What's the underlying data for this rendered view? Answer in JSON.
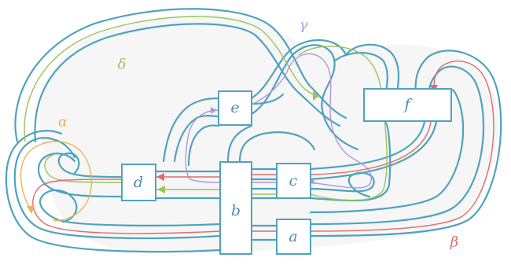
{
  "diagram": {
    "boxes": [
      {
        "id": "a",
        "label": "a"
      },
      {
        "id": "b",
        "label": "b"
      },
      {
        "id": "c",
        "label": "c"
      },
      {
        "id": "d",
        "label": "d"
      },
      {
        "id": "e",
        "label": "e"
      },
      {
        "id": "f",
        "label": "f"
      }
    ],
    "curves": [
      {
        "id": "alpha",
        "label": "α",
        "color": "#f0b452"
      },
      {
        "id": "beta",
        "label": "β",
        "color": "#e06a6a"
      },
      {
        "id": "gamma",
        "label": "γ",
        "color": "#b594e0"
      },
      {
        "id": "delta",
        "label": "δ",
        "color": "#9bc45a"
      }
    ],
    "strand_color": "#4fa3be",
    "background_fill": "#f6f6f6"
  }
}
